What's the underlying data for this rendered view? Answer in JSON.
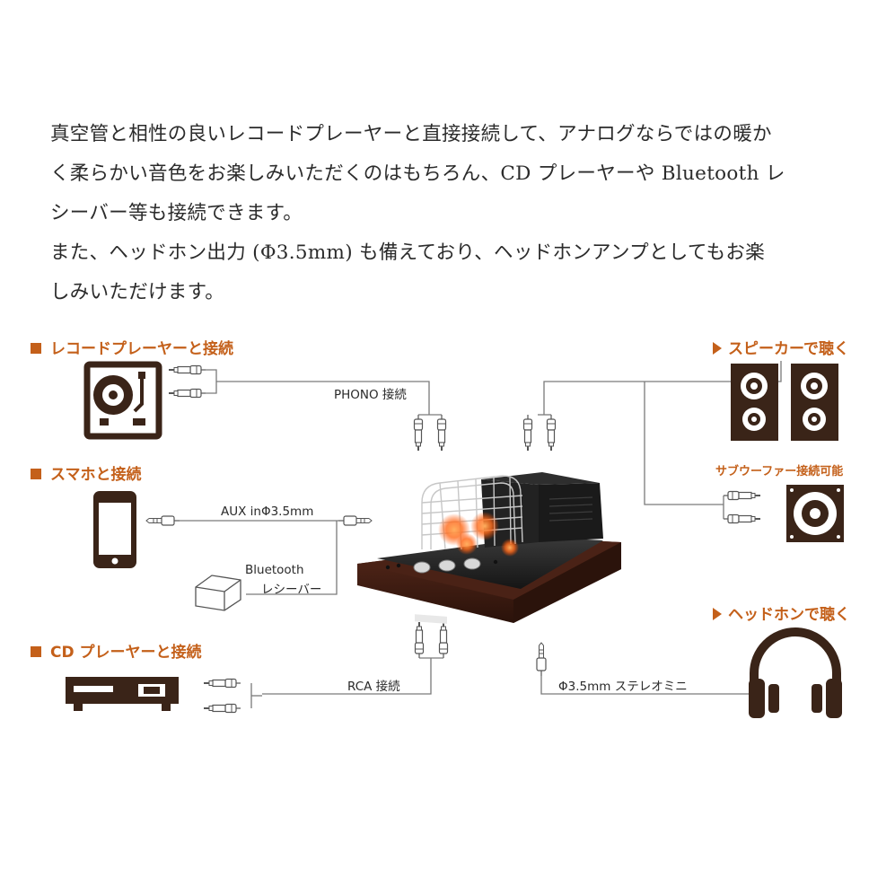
{
  "intro": {
    "paragraph1_line1": "真空管と相性の良いレコードプレーヤーと直接接続して、アナログならではの暖か",
    "paragraph1_line2": "く柔らかい音色をお楽しみいただくのはもちろん、CD プレーヤーや Bluetooth レ",
    "paragraph1_line3": "シーバー等も接続できます。",
    "paragraph2_line1": "また、ヘッドホン出力 (Φ3.5mm) も備えており、ヘッドホンアンプとしてもお楽",
    "paragraph2_line2": "しみいただけます。"
  },
  "inputs": {
    "record_player": "レコードプレーヤーと接続",
    "smartphone": "スマホと接続",
    "cd_player": "CD プレーヤーと接続"
  },
  "outputs": {
    "speakers": "スピーカーで聴く",
    "subwoofer": "サブウーファー接続可能",
    "headphones": "ヘッドホンで聴く"
  },
  "connections": {
    "phono": "PHONO 接続",
    "aux": "AUX  inΦ3.5mm",
    "bluetooth_line1": "Bluetooth",
    "bluetooth_line2": "レシーバー",
    "rca": "RCA 接続",
    "stereo_mini": "Φ3.5mm ステレオミニ"
  },
  "colors": {
    "accent": "#c4601a",
    "icon_dark": "#3a2418",
    "line": "#7a7a7a"
  }
}
